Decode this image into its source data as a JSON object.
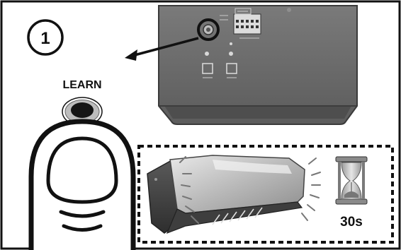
{
  "step": {
    "number": "1"
  },
  "button": {
    "label": "LEARN"
  },
  "timer": {
    "label": "30s"
  },
  "colors": {
    "frame": "#111111",
    "controller_body": "#6f6f6f",
    "controller_dark": "#3c3c3c",
    "opener_light": "#cfcfcf",
    "opener_dark": "#4a4a4a",
    "hourglass": "#8a8a8a"
  },
  "icons": {
    "step_badge": "circled-number",
    "arrow": "arrow-pointing-left-down",
    "finger": "finger-pressing-button",
    "opener": "garage-door-opener-with-light",
    "timer": "hourglass-icon"
  }
}
